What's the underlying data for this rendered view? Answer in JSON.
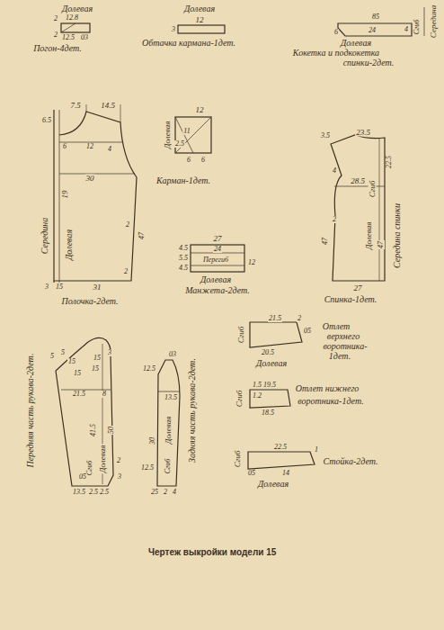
{
  "diagram": {
    "title": "Чертеж выкройки модели 15",
    "labels": [
      "Долевая",
      "2",
      "12.8",
      "2",
      "12.5",
      "03",
      "Погон-4дет.",
      "Долевая",
      "12",
      "3",
      "Обтачка кармана-1дет.",
      "85",
      "6",
      "24",
      "4",
      "Сгиб",
      "Середина",
      "Долевая",
      "Кокетка и подкокетка",
      "спинки-2дет.",
      "7.5",
      "14.5",
      "6.5",
      "6",
      "12",
      "4",
      "30",
      "19",
      "2",
      "47",
      "Середина",
      "Долевая",
      "3",
      "15",
      "31",
      "2",
      "Полочка-2дет.",
      "12",
      "Долевая",
      "2.5",
      "11",
      "6",
      "6",
      "Карман-1дет.",
      "27",
      "4.5",
      "5.5",
      "4.5",
      "24",
      "Перегиб",
      "12",
      "Долевая",
      "Манжета-2дет.",
      "3.5",
      "23.5",
      "4",
      "22.5",
      "28.5",
      "2",
      "47",
      "Долевая",
      "Сгиб",
      "47",
      "Середина спинки",
      "27",
      "Спинка-1дет.",
      "Сгиб",
      "21.5",
      "2",
      "05",
      "20.5",
      "Долевая",
      "Отлет",
      "верхнего",
      "воротника-",
      "1дет.",
      "Сгиб",
      "1.5",
      "1.2",
      "19.5",
      "18.5",
      "Отлет нижнего",
      "воротника-1дет.",
      "Сгиб",
      "22.5",
      "1",
      "05",
      "14",
      "Долевая",
      "Стойка-2дет.",
      "5",
      "5",
      "15",
      "15",
      "15",
      "15",
      "3",
      "21.5",
      "8",
      "41.5",
      "50",
      "Долевая",
      "Сгиб",
      "05",
      "13.5",
      "2.5",
      "2.5",
      "3",
      "2",
      "Передняя часть рукава-2дет.",
      "12.5",
      "03",
      "13.5",
      "30",
      "Долевая",
      "12.5",
      "Сгиб",
      "25",
      "2",
      "4",
      "Задняя часть рукава-2дет."
    ]
  }
}
